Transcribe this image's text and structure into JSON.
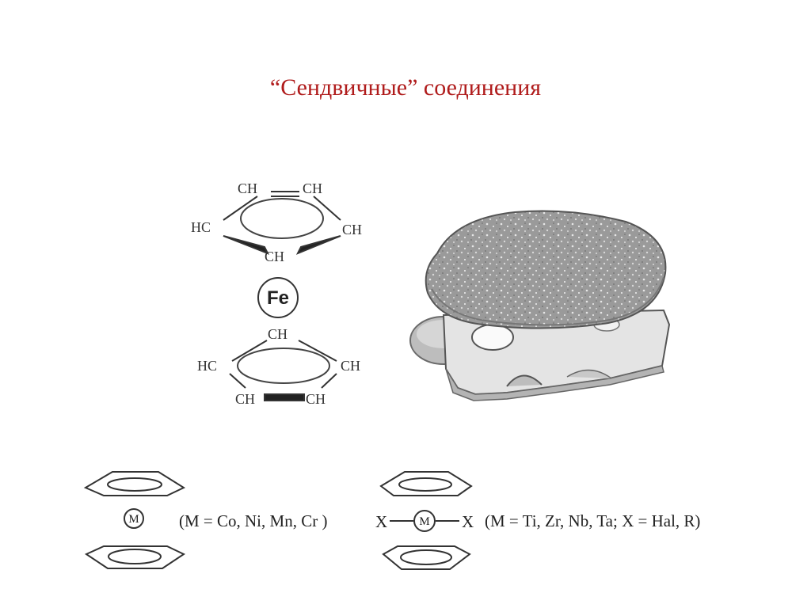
{
  "slide": {
    "title": "“Сендвичные” соединения"
  },
  "ferrocene": {
    "top_ring": {
      "ch_left_top": "CH",
      "ch_right_top": "CH",
      "hc_left": "HC",
      "ch_right": "CH",
      "ch_bottom": "CH"
    },
    "metal": "Fe",
    "bottom_ring": {
      "ch_top": "CH",
      "hc_left": "HC",
      "ch_right": "CH",
      "ch_left_bottom": "CH",
      "ch_right_bottom": "CH"
    }
  },
  "formulas": {
    "left": {
      "metal": "M",
      "text": "(M = Co, Ni, Mn, Cr )"
    },
    "right": {
      "metal": "M",
      "x_left": "X",
      "x_right": "X",
      "text": "(M = Ti,  Zr, Nb, Ta;  X = Hal, R)"
    }
  },
  "colors": {
    "title": "#b01c1c"
  }
}
